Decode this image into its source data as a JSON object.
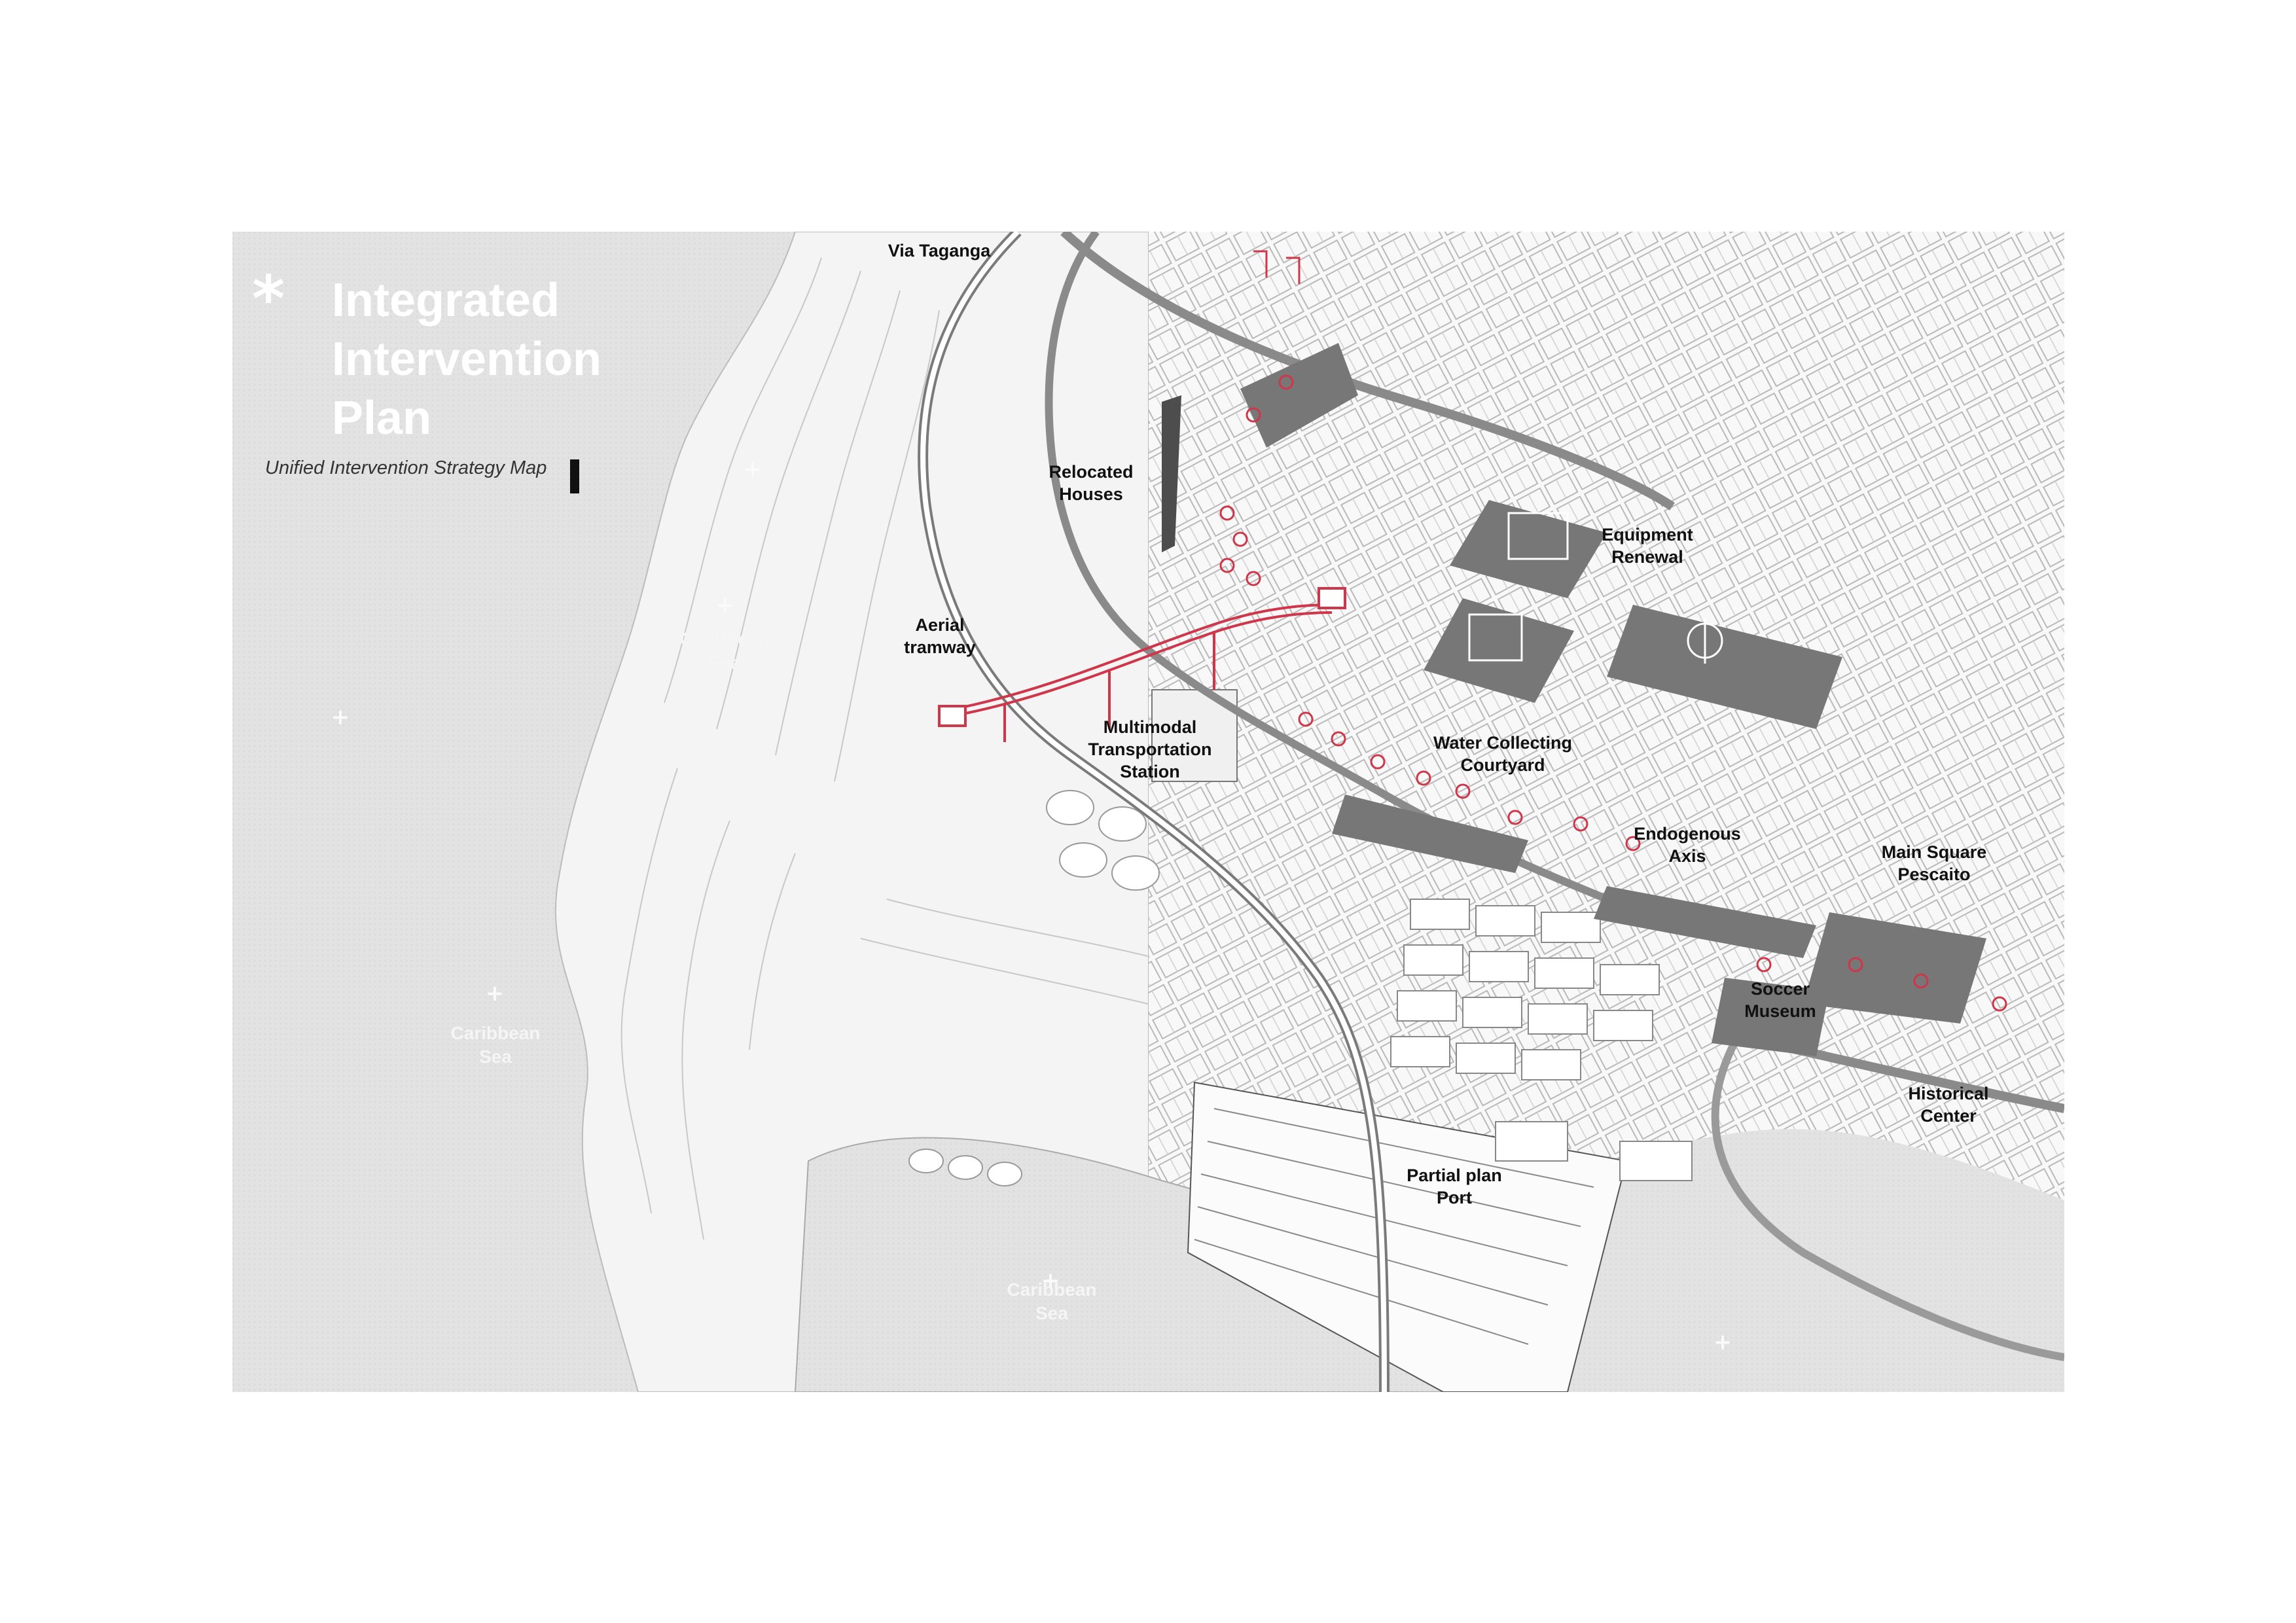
{
  "title": {
    "star": "*",
    "lines": [
      "Integrated",
      "Intervention",
      "Plan"
    ]
  },
  "subtitle": "Unified Intervention Strategy Map",
  "labels": {
    "via_taganga": "Via Taganga",
    "relocated_houses": [
      "Relocated",
      "Houses"
    ],
    "equipment_renewal": [
      "Equipment",
      "Renewal"
    ],
    "aerial_tramway": [
      "Aerial",
      "tramway"
    ],
    "multimodal_station": [
      "Multimodal",
      "Transportation",
      "Station"
    ],
    "water_courtyard": [
      "Water Collecting",
      "Courtyard"
    ],
    "endogenous_axis": [
      "Endogenous",
      "Axis"
    ],
    "main_square": [
      "Main Square",
      "Pescaito"
    ],
    "soccer_museum": [
      "Soccer",
      "Museum"
    ],
    "historical_center": [
      "Historical",
      "Center"
    ],
    "partial_plan": [
      "Partial plan",
      "Port"
    ]
  },
  "sea_labels": [
    [
      "Caribbean",
      "Sea"
    ],
    [
      "Caribbean",
      "Sea"
    ],
    [
      "Caribbean",
      "Sea"
    ]
  ],
  "colors": {
    "sea": "#e4e4e4",
    "land": "#f7f7f7",
    "accent": "#d0364a",
    "dark": "#6e6e6e",
    "ink": "#111111"
  },
  "icons": [
    "asterisk-icon",
    "plus-marker-icon"
  ]
}
